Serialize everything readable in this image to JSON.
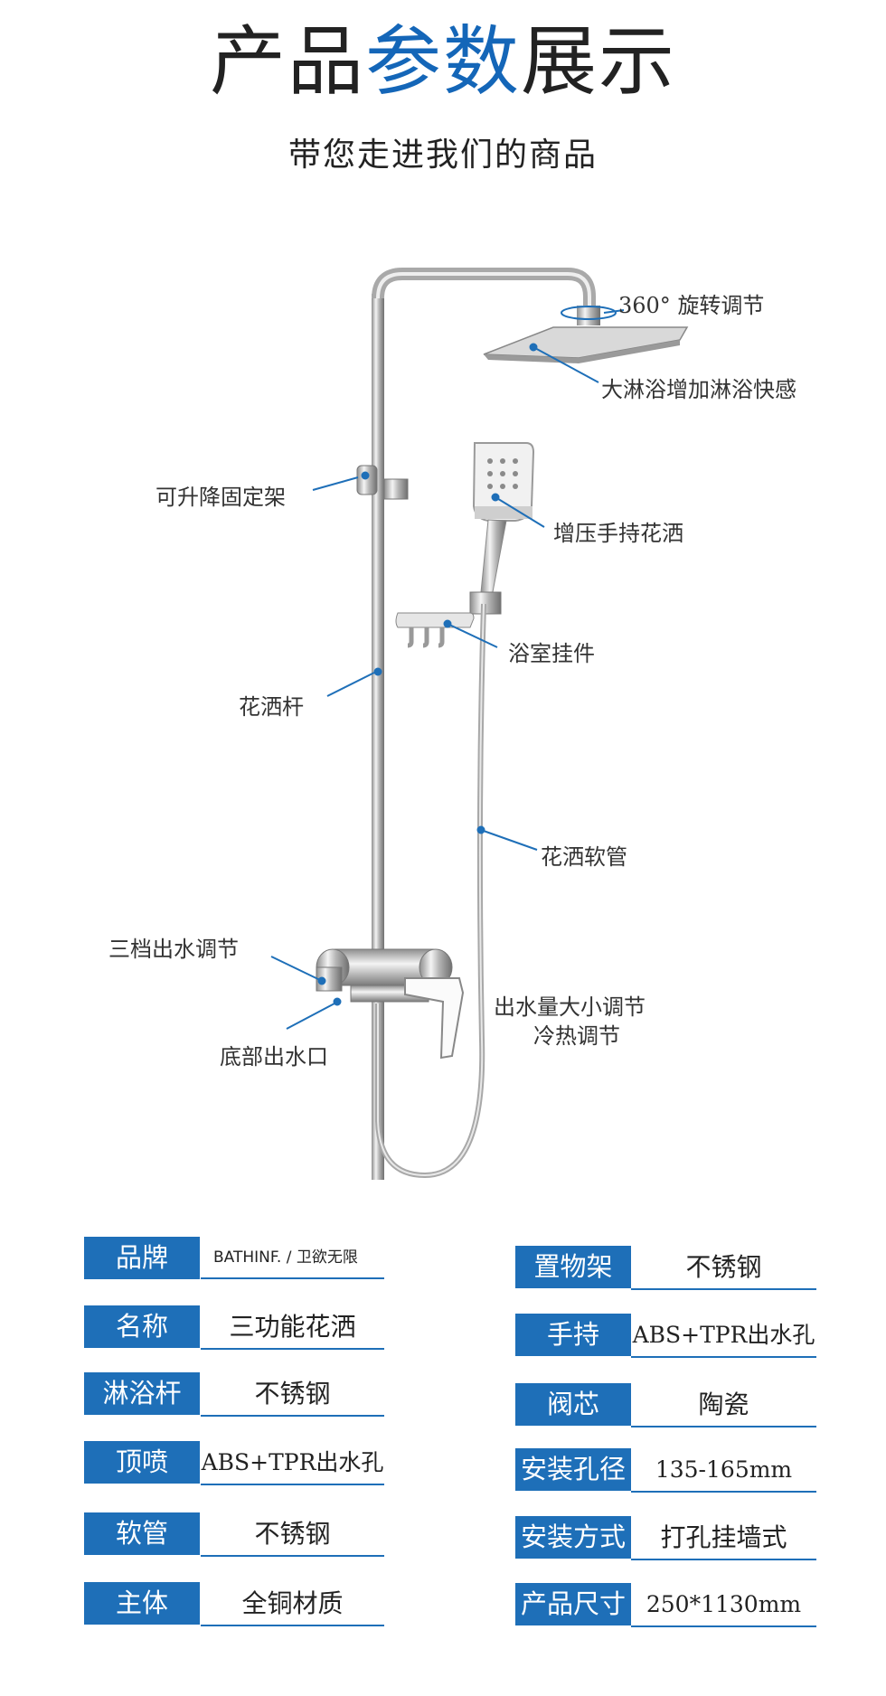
{
  "title": {
    "part1": "产品",
    "highlight": "参数",
    "part2": "展示"
  },
  "subtitle": "带您走进我们的商品",
  "callouts": {
    "rotate": "360° 旋转调节",
    "top_shower": "大淋浴增加淋浴快感",
    "bracket": "可升降固定架",
    "hand_shower": "增压手持花洒",
    "hook": "浴室挂件",
    "rod": "花洒杆",
    "hose": "花洒软管",
    "three_mode": "三档出水调节",
    "flow_line1": "出水量大小调节",
    "flow_line2": "冷热调节",
    "bottom_outlet": "底部出水口"
  },
  "specs_left": [
    {
      "label": "品牌",
      "value": "BATHINF. / 卫欲无限"
    },
    {
      "label": "名称",
      "value": "三功能花洒"
    },
    {
      "label": "淋浴杆",
      "value": "不锈钢"
    },
    {
      "label": "顶喷",
      "value": "ABS+TPR出水孔"
    },
    {
      "label": "软管",
      "value": "不锈钢"
    },
    {
      "label": "主体",
      "value": "全铜材质"
    }
  ],
  "specs_right": [
    {
      "label": "置物架",
      "value": "不锈钢"
    },
    {
      "label": "手持",
      "value": "ABS+TPR出水孔"
    },
    {
      "label": "阀芯",
      "value": "陶瓷"
    },
    {
      "label": "安装孔径",
      "value": "135-165mm"
    },
    {
      "label": "安装方式",
      "value": "打孔挂墙式"
    },
    {
      "label": "产品尺寸",
      "value": "250*1130mm"
    }
  ],
  "colors": {
    "accent": "#1e6fb8",
    "title_blue": "#1466b8"
  }
}
